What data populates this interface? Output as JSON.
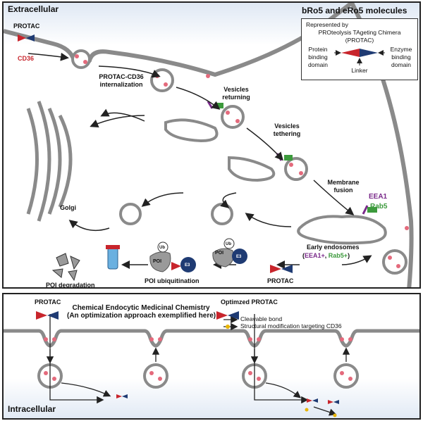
{
  "top": {
    "extracellular": "Extracellular",
    "header_right": "bRo5 and eRo5 molecules",
    "protac": "PROTAC",
    "cd36": "CD36",
    "internalization": [
      "PROTAC-CD36",
      "internalization"
    ],
    "vesicles_returning": [
      "Vesicles",
      "returning"
    ],
    "vesicles_tethering": [
      "Vesicles",
      "tethering"
    ],
    "membrane_fusion": [
      "Membrane",
      "fusion"
    ],
    "eea1": "EEA1",
    "rab5": "Rab5",
    "early_endosomes": "Early endosomes",
    "ee_markers": {
      "open": "(",
      "eea1": "EEA1+",
      "sep": ", ",
      "rab5": "Rab5+",
      "close": ")"
    },
    "golgi": "Golgi",
    "protac_bottom": "PROTAC",
    "poi_ubiquitination": "POI ubiquitination",
    "poi_degradation": "POI degradation",
    "poi": "POI",
    "ub": "Ub",
    "e3": "E3"
  },
  "legend": {
    "represented_by": "Represented by",
    "protac_full": [
      "PROteolysis TAgeting Chimera",
      "(PROTAC)"
    ],
    "protein_binding": [
      "Protein",
      "binding",
      "domain"
    ],
    "enzyme_binding": [
      "Enzyme",
      "binding",
      "domain"
    ],
    "linker": "Linker"
  },
  "bottom": {
    "protac": "PROTAC",
    "title": [
      "Chemical Endocytic Medicinal Chemistry",
      "(An optimization approach exemplified here)"
    ],
    "optimized_protac": "Optimzed PROTAC",
    "cleavable_bond": "Cleavable bond",
    "structural_mod": "Structural modification targeting CD36",
    "intracellular": "Intracellular"
  },
  "colors": {
    "red": "#c8252c",
    "navy": "#1f3b73",
    "purple": "#7a2a8a",
    "green": "#3c9a3c",
    "pink": "#e46a7c",
    "membrane": "#8a8a8a"
  }
}
